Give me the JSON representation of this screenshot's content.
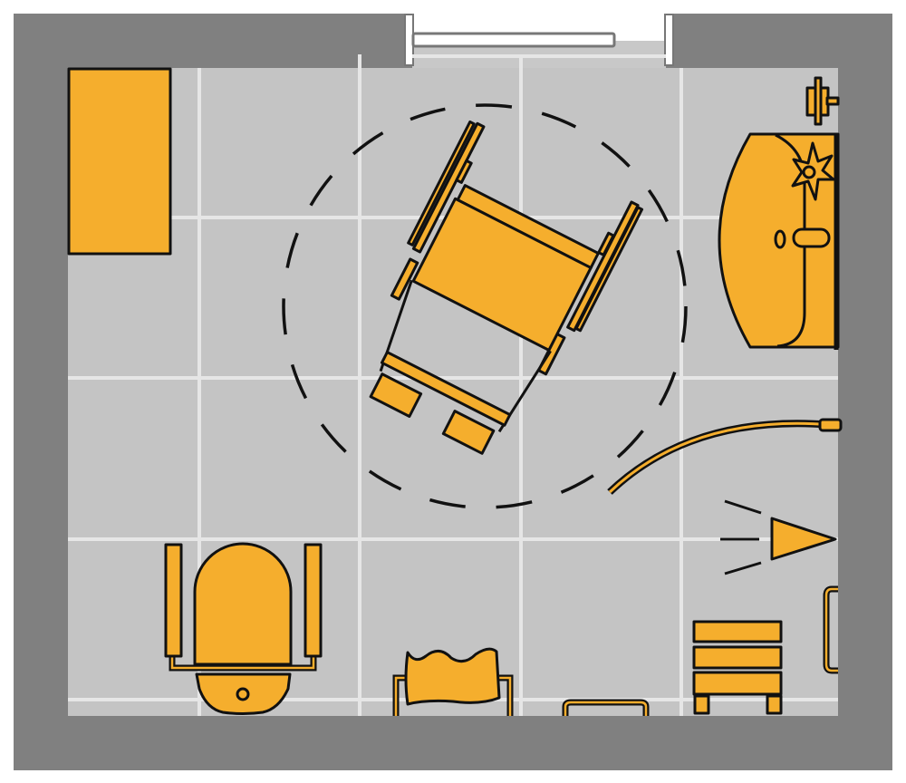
{
  "diagram": {
    "type": "accessible-bathroom-floor-plan",
    "colors": {
      "wall": "#808080",
      "floor": "#c4c4c4",
      "tile_grid": "#e6e6e6",
      "fixture_fill": "#f5ae2d",
      "outline": "#111111",
      "background": "#ffffff"
    },
    "fixtures": [
      {
        "name": "cabinet",
        "icon": "cabinet-icon"
      },
      {
        "name": "wheelchair",
        "icon": "wheelchair-icon"
      },
      {
        "name": "turning-circle",
        "icon": "turning-circle-icon"
      },
      {
        "name": "sink",
        "icon": "sink-icon"
      },
      {
        "name": "towel-holder",
        "icon": "towel-holder-icon"
      },
      {
        "name": "curved-grab-bar",
        "icon": "grab-bar-icon"
      },
      {
        "name": "sensor-light",
        "icon": "sensor-icon"
      },
      {
        "name": "toilet",
        "icon": "toilet-icon"
      },
      {
        "name": "laundry-basket",
        "icon": "basket-icon"
      },
      {
        "name": "floor-handle",
        "icon": "handle-icon"
      },
      {
        "name": "stool",
        "icon": "stool-icon"
      },
      {
        "name": "wall-grab-bar",
        "icon": "grab-bar-icon"
      },
      {
        "name": "sliding-door",
        "icon": "sliding-door-icon"
      }
    ]
  }
}
